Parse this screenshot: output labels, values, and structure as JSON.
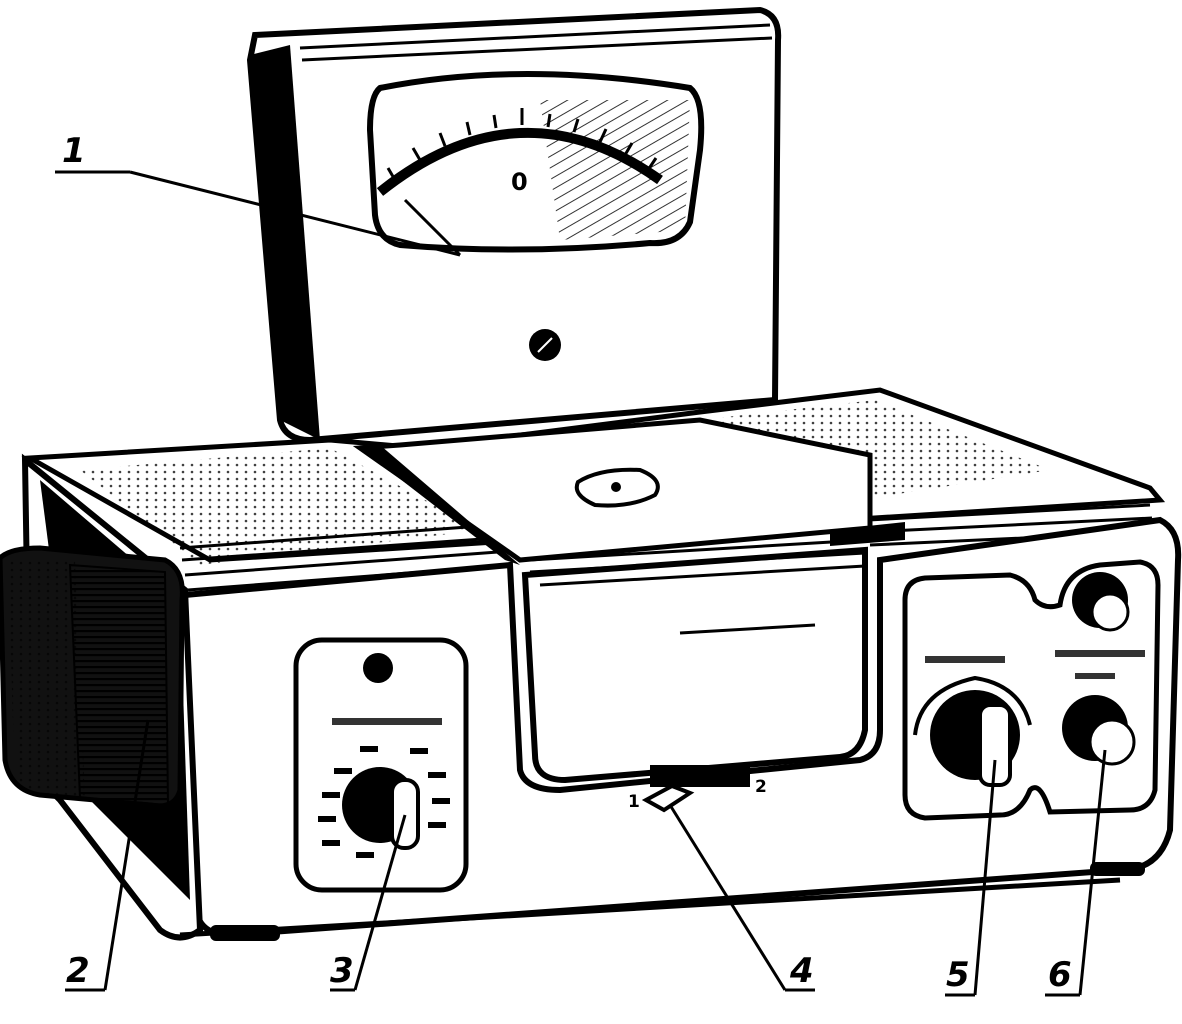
{
  "meter": {
    "zero_label": "0"
  },
  "switch_positions": {
    "left": "1",
    "right": "2"
  },
  "callouts": [
    {
      "id": "1",
      "label": "1"
    },
    {
      "id": "2",
      "label": "2"
    },
    {
      "id": "3",
      "label": "3"
    },
    {
      "id": "4",
      "label": "4"
    },
    {
      "id": "5",
      "label": "5"
    },
    {
      "id": "6",
      "label": "6"
    }
  ],
  "colors": {
    "ink": "#000000",
    "paper": "#ffffff",
    "shade": "#1a1a1a"
  }
}
